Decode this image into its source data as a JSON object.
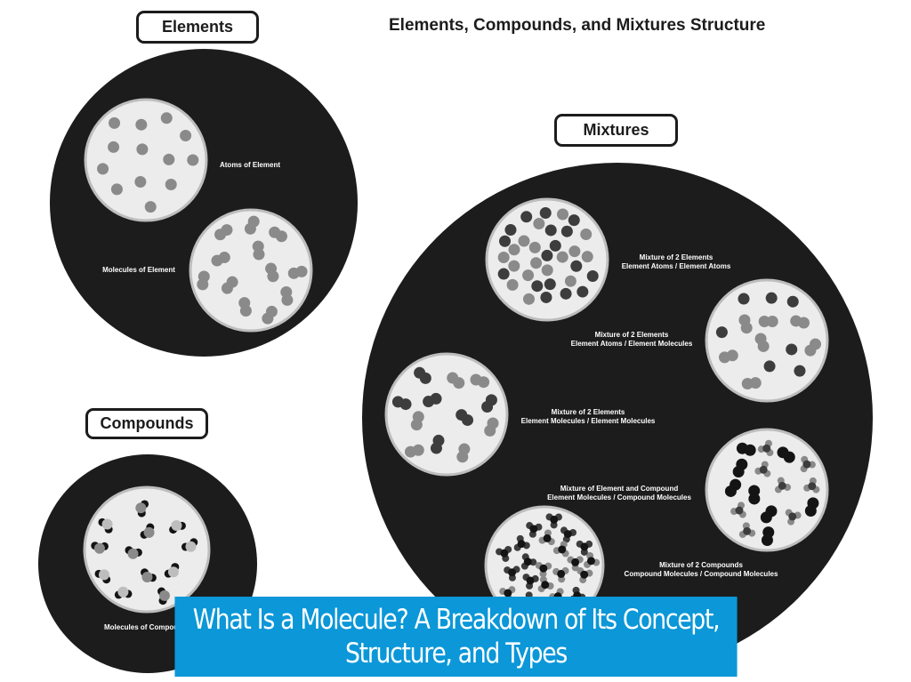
{
  "title": "Elements, Compounds, and Mixtures Structure",
  "sections": {
    "elements": "Elements",
    "mixtures": "Mixtures",
    "compounds": "Compounds"
  },
  "labels": {
    "atoms_of_element": "Atoms of Element",
    "molecules_of_element": "Molecules of Element",
    "molecules_of_compound": "Molecules of Compound",
    "mix_ea_ea_1": "Mixture of 2 Elements",
    "mix_ea_ea_2": "Element Atoms / Element Atoms",
    "mix_ea_em_1": "Mixture of 2 Elements",
    "mix_ea_em_2": "Element Atoms / Element Molecules",
    "mix_em_em_1": "Mixture of 2 Elements",
    "mix_em_em_2": "Element Molecules / Element Molecules",
    "mix_el_co_1": "Mixture of Element and Compound",
    "mix_el_co_2": "Element Molecules / Compound Molecules",
    "mix_co_co_1": "Mixture of 2 Compounds",
    "mix_co_co_2": "Compound Molecules / Compound Molecules"
  },
  "banner": {
    "line1": "What Is a Molecule? A Breakdown of Its Concept,",
    "line2": "Structure, and Types"
  },
  "colors": {
    "background_disc": "#1c1c1c",
    "inset_fill": "#ececec",
    "atom_grey": "#8a8a8a",
    "atom_dark": "#3d3d3d",
    "atom_black": "#141414",
    "atom_light": "#bdbdbd",
    "banner": "#0b97d8"
  }
}
